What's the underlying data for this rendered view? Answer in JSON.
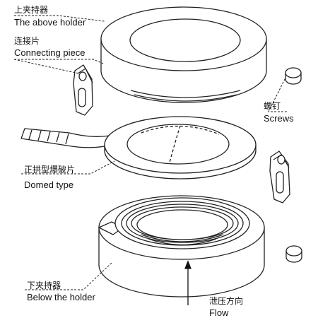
{
  "labels": {
    "above_holder_cn": "上夹持器",
    "above_holder_en": "The above holder",
    "connecting_cn": "连接片",
    "connecting_en": "Connecting piece",
    "screws_cn": "螺钉",
    "screws_en": "Screws",
    "domed_cn": "正拱型爆破片",
    "domed_en": "Domed type",
    "below_holder_cn": "下夹持器",
    "below_holder_en": "Below the holder",
    "flow_cn": "泄压方向",
    "flow_en": "Flow"
  },
  "colors": {
    "line": "#222222",
    "fill": "#ffffff"
  }
}
